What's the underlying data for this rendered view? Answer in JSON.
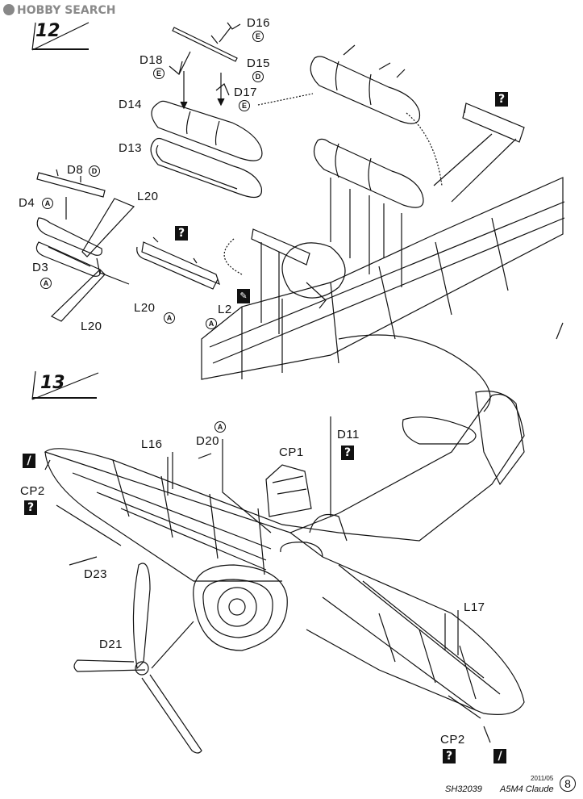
{
  "watermark": "HOBBY SEARCH",
  "steps": {
    "s12": "12",
    "s13": "13"
  },
  "labels": {
    "D16": "D16",
    "D15": "D15",
    "D18": "D18",
    "D17": "D17",
    "D14": "D14",
    "D13": "D13",
    "D8": "D8",
    "D4": "D4",
    "D3": "D3",
    "L20a": "L20",
    "L20b": "L20",
    "L20c": "L20",
    "L2": "L2",
    "L16": "L16",
    "D20": "D20",
    "CP1": "CP1",
    "D11": "D11",
    "CP2a": "CP2",
    "D23": "D23",
    "D21": "D21",
    "L17": "L17",
    "CP2b": "CP2"
  },
  "badges": {
    "E": "E",
    "D": "D",
    "A": "A"
  },
  "symbols": {
    "question": "?",
    "slash": "/"
  },
  "footer": {
    "code": "SH32039",
    "model": "A5M4 Claude",
    "date": "2011/05",
    "page": "8"
  }
}
